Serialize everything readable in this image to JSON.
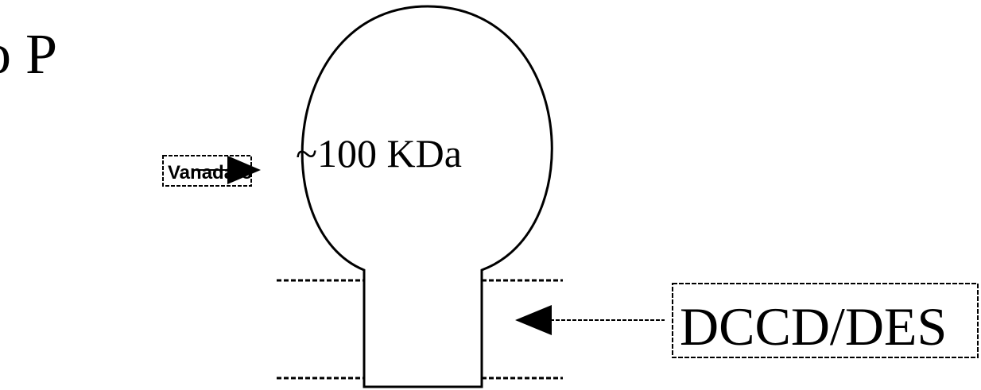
{
  "diagram": {
    "heading_fragment": "o P",
    "head_label": "~100 KDa",
    "left_inhibitor_label": "Vanadato",
    "right_inhibitor_label": "DCCD/DES",
    "colors": {
      "stroke": "#000000",
      "background": "#ffffff"
    }
  }
}
